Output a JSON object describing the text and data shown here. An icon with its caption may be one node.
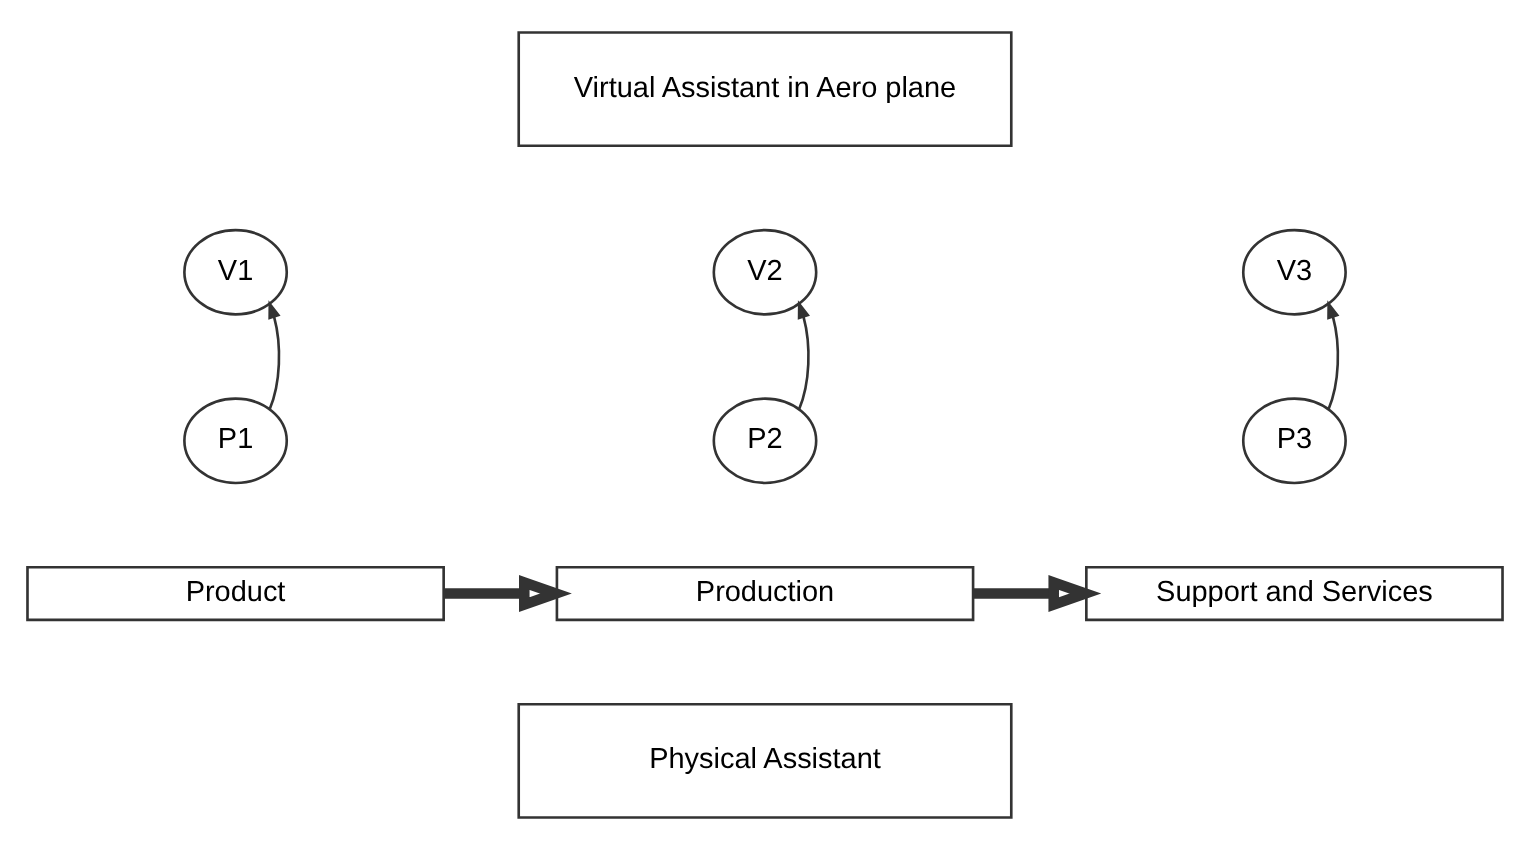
{
  "diagram": {
    "nodes": [
      {
        "text": [
          "Virtual Assistant in Aero plane"
        ]
      },
      {
        "text": [
          "V1"
        ]
      },
      {
        "text": [
          "P1"
        ]
      },
      {
        "text": [
          "Product"
        ]
      },
      {
        "text": [
          "V2"
        ]
      },
      {
        "text": [
          "P2"
        ]
      },
      {
        "text": [
          "Production"
        ]
      },
      {
        "text": [
          "V3"
        ]
      },
      {
        "text": [
          "P3"
        ]
      },
      {
        "text": [
          "Support and Services"
        ]
      },
      {
        "text": [
          "Physical Assistant"
        ]
      }
    ],
    "edges": [
      {
        "from": 2,
        "to": 1,
        "arrow": "to"
      },
      {
        "from": 3,
        "to": 6,
        "arrow": "to",
        "style": "thick"
      },
      {
        "from": 5,
        "to": 4,
        "arrow": "to"
      },
      {
        "from": 6,
        "to": 9,
        "arrow": "to",
        "style": "thick"
      },
      {
        "from": 8,
        "to": 7,
        "arrow": "to"
      }
    ]
  }
}
